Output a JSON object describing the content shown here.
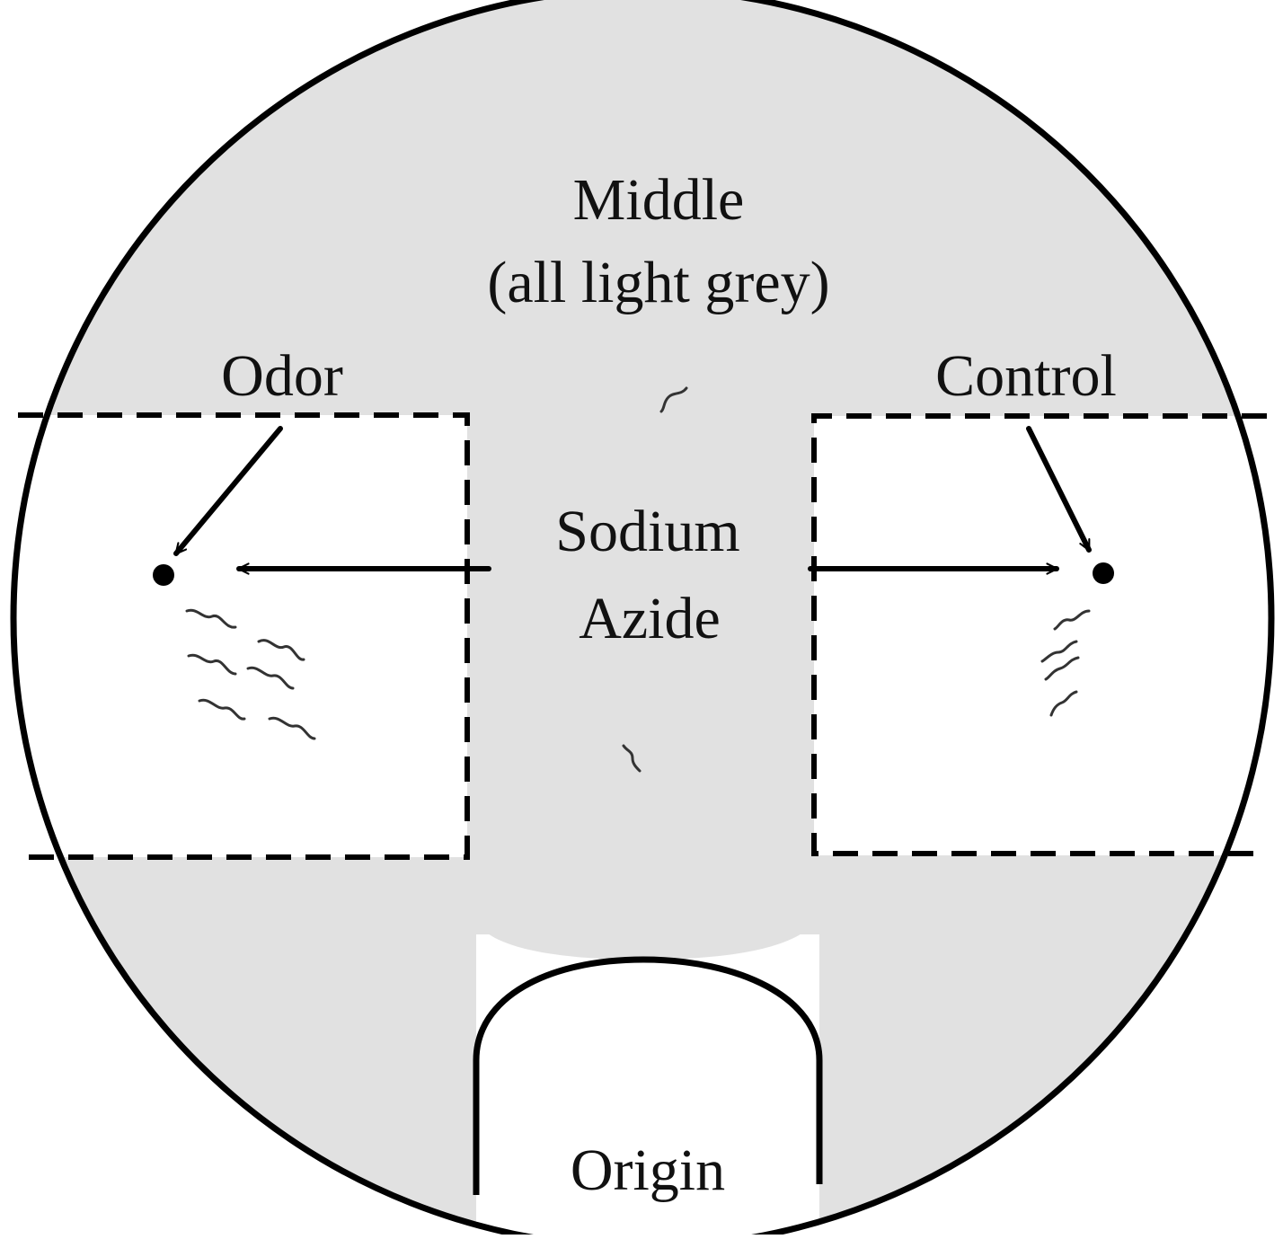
{
  "labels": {
    "middle_line1": "Middle",
    "middle_line2": "(all light grey)",
    "odor": "Odor",
    "control": "Control",
    "sodium_line1": "Sodium",
    "sodium_line2": "Azide",
    "origin": "Origin"
  },
  "colors": {
    "arena_fill": "#e1e1e1",
    "zone_fill": "#ffffff",
    "outline": "#000000",
    "worm": "#333333"
  },
  "icons": {
    "odor_spot": "filled-dot",
    "control_spot": "filled-dot",
    "worm": "squiggle"
  }
}
